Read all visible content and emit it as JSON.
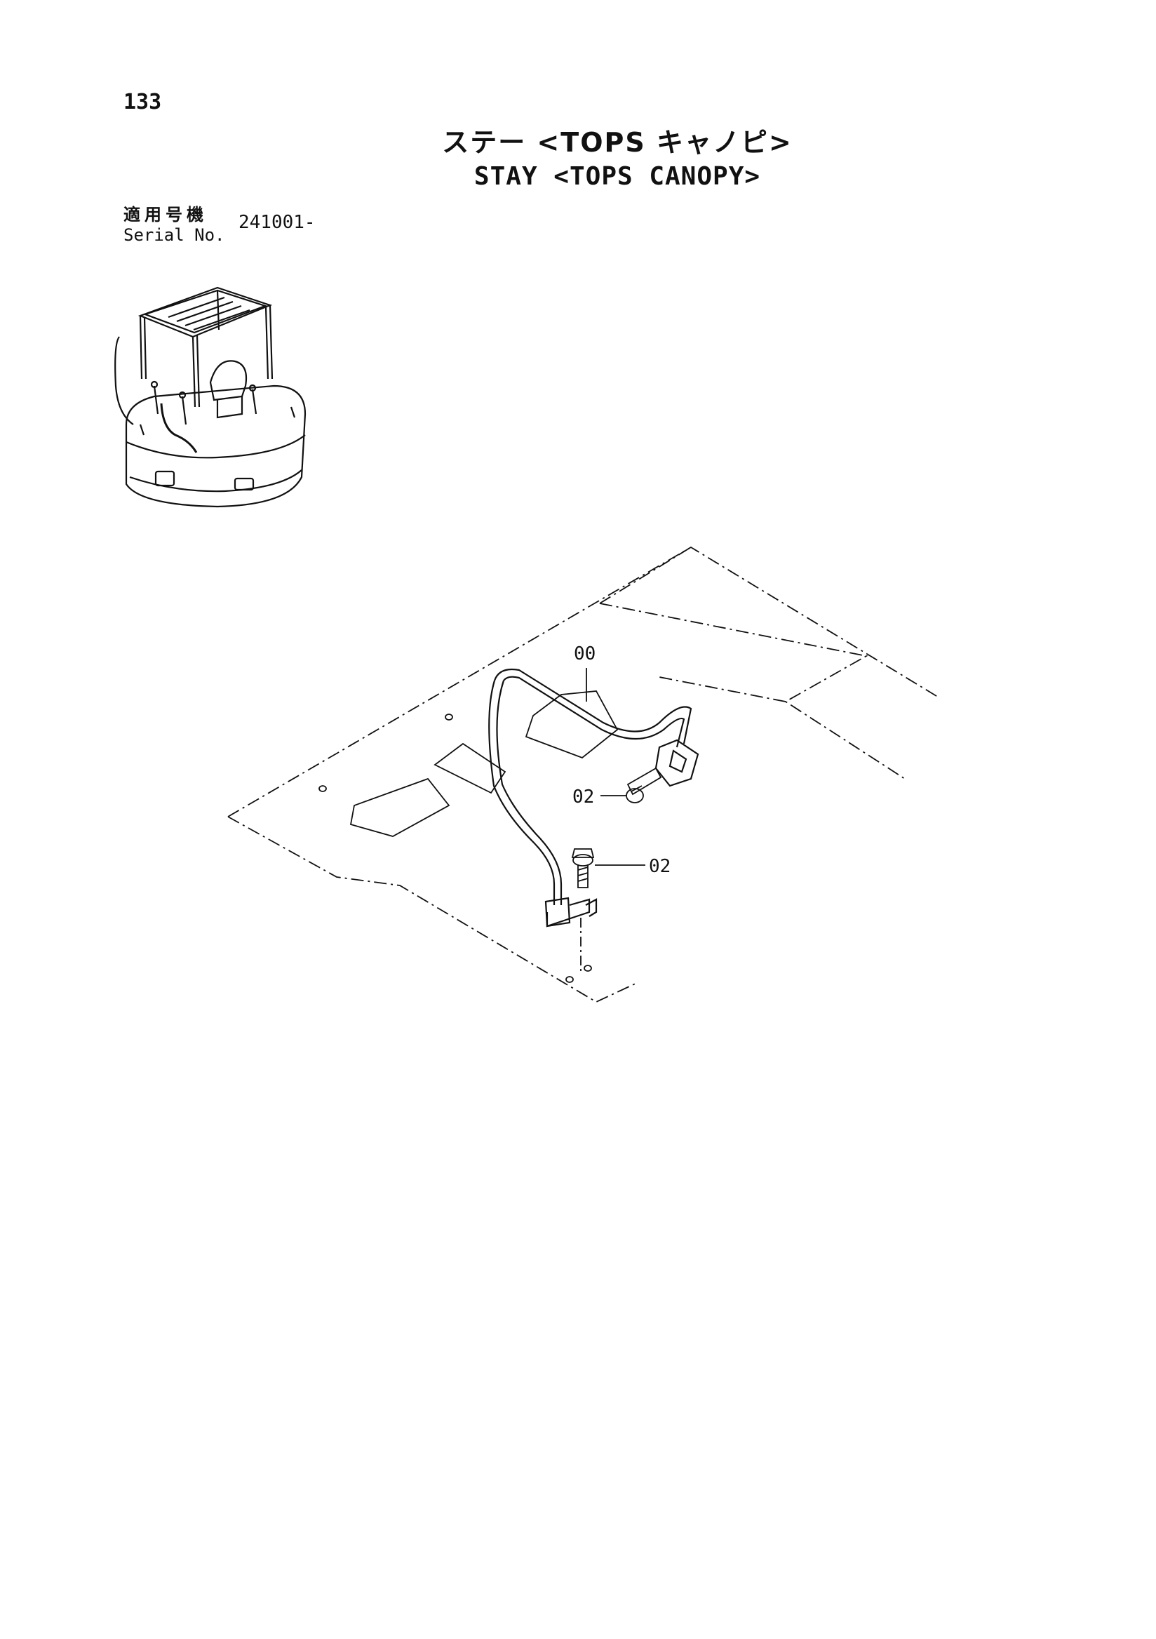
{
  "page": {
    "number": "133",
    "title_jp": "ステー <TOPS キャノピ>",
    "title_en": "STAY <TOPS CANOPY>"
  },
  "serial": {
    "label_jp": "適用号機",
    "label_en": "Serial No.",
    "value": "241001-"
  },
  "icons": {
    "key_drawing": "excavator-canopy-key-icon",
    "main_drawing": "canopy-stay-exploded-icon"
  },
  "callouts": {
    "stay": "00",
    "bolt_upper": "02",
    "bolt_lower": "02"
  }
}
